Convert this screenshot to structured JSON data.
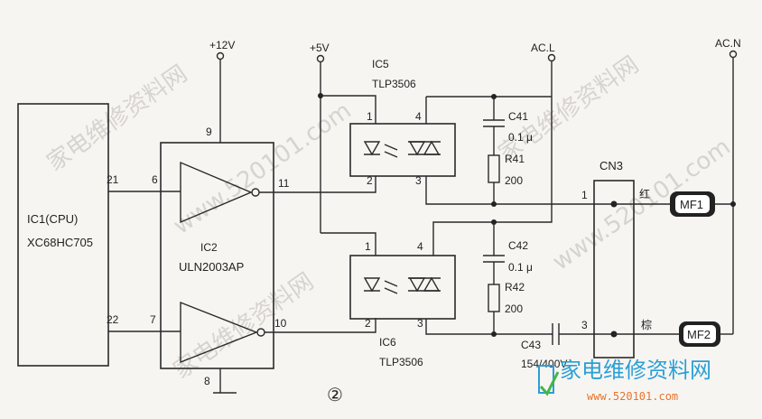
{
  "supplies": {
    "v12": "+12V",
    "v5": "+5V",
    "acl": "AC.L",
    "acn": "AC.N"
  },
  "ic1": {
    "line1": "IC1(CPU)",
    "line2": "XC68HC705"
  },
  "ic2": {
    "name": "IC2",
    "part": "ULN2003AP",
    "pins": {
      "p9": "9",
      "p6": "6",
      "p11": "11",
      "p7": "7",
      "p10": "10",
      "p8": "8"
    }
  },
  "cpu_pins": {
    "p21": "21",
    "p22": "22"
  },
  "ic5": {
    "name": "IC5",
    "part": "TLP3506",
    "pins": {
      "p1": "1",
      "p2": "2",
      "p3": "3",
      "p4": "4"
    }
  },
  "ic6": {
    "name": "IC6",
    "part": "TLP3506",
    "pins": {
      "p1": "1",
      "p2": "2",
      "p3": "3",
      "p4": "4"
    }
  },
  "c41": {
    "name": "C41",
    "value": "0.1 μ"
  },
  "r41": {
    "name": "R41",
    "value": "200"
  },
  "c42": {
    "name": "C42",
    "value": "0.1 μ"
  },
  "r42": {
    "name": "R42",
    "value": "200"
  },
  "c43": {
    "name": "C43",
    "value": "154/400V"
  },
  "cn3": {
    "name": "CN3",
    "pin1": "1",
    "pin3": "3"
  },
  "wires": {
    "red": "红",
    "brown": "棕"
  },
  "mf1": "MF1",
  "mf2": "MF2",
  "figure_no": "②",
  "watermark": {
    "cn": "家电维修资料网",
    "url": "www.520101.com"
  },
  "logo": {
    "text": "家电维修资料网",
    "sub": "www.520101.com"
  }
}
